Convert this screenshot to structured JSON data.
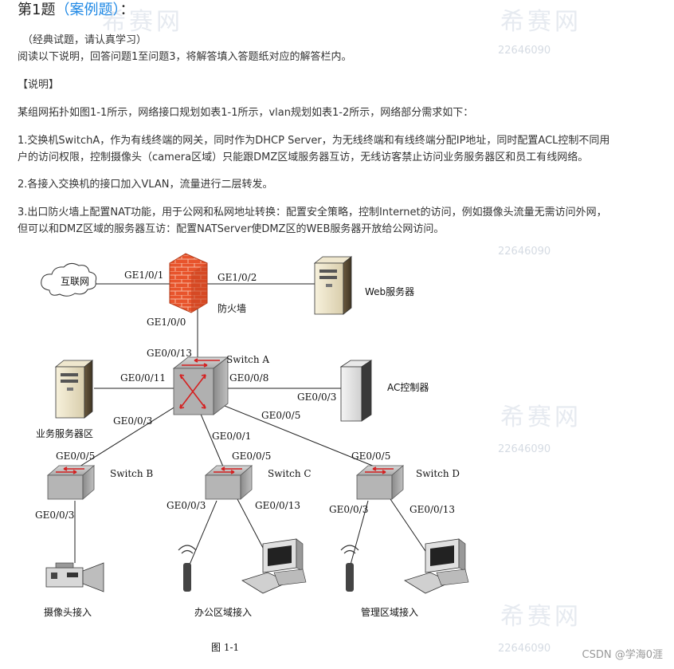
{
  "title": {
    "prefix": "第1题",
    "tag": "（案例题）",
    "suffix": "："
  },
  "intro": {
    "note": "（经典试题，请认真学习）",
    "instruction": "阅读以下说明，回答问题1至问题3，将解答填入答题纸对应的解答栏内。"
  },
  "section_label": "【说明】",
  "paragraphs": {
    "p0": "某组网拓扑如图1-1所示，网络接口规划如表1-1所示，vlan规划如表1-2所示，网络部分需求如下：",
    "p1a": "1.交换机SwitchA，作为有线终端的网关，同时作为DHCP Server，为无线终端和有线终端分配IP地址，同时配置ACL控制不同用",
    "p1b": "户的访问权限，控制摄像头（camera区域）只能跟DMZ区域服务器互访，无线访客禁止访问业务服务器区和员工有线网络。",
    "p2": "2.各接入交换机的接口加入VLAN，流量进行二层转发。",
    "p3a": "3.出口防火墙上配置NAT功能，用于公网和私网地址转换：配置安全策略，控制Internet的访问，例如摄像头流量无需访问外网，",
    "p3b": "但可以和DMZ区域的服务器互访：配置NATServer使DMZ区的WEB服务器开放给公网访问。"
  },
  "diagram": {
    "nodes": {
      "internet": "互联网",
      "firewall": "防火墙",
      "web_server": "Web服务器",
      "switch_a": "Switch A",
      "business_servers": "业务服务器区",
      "ac_controller": "AC控制器",
      "switch_b": "Switch B",
      "switch_c": "Switch C",
      "switch_d": "Switch D",
      "camera_access": "摄像头接入",
      "office_access": "办公区域接入",
      "mgmt_access": "管理区域接入"
    },
    "ports": {
      "fw_internet": "GE1/0/1",
      "fw_web": "GE1/0/2",
      "fw_down": "GE1/0/0",
      "sa_up": "GE0/0/13",
      "sa_biz": "GE0/0/11",
      "sa_ac": "GE0/0/8",
      "ac_port": "GE0/0/3",
      "sa_b": "GE0/0/3",
      "sa_c": "GE0/0/1",
      "sa_d": "GE0/0/5",
      "sb_up": "GE0/0/5",
      "sb_down": "GE0/0/3",
      "sc_up": "GE0/0/5",
      "sc_left": "GE0/0/3",
      "sc_right": "GE0/0/13",
      "sd_up": "GE0/0/5",
      "sd_left": "GE0/0/3",
      "sd_right": "GE0/0/13"
    },
    "caption": "图 1-1"
  },
  "watermark": {
    "brand": "希赛网",
    "number": "22646090"
  },
  "footer": {
    "credit": "CSDN @学海0涯"
  }
}
